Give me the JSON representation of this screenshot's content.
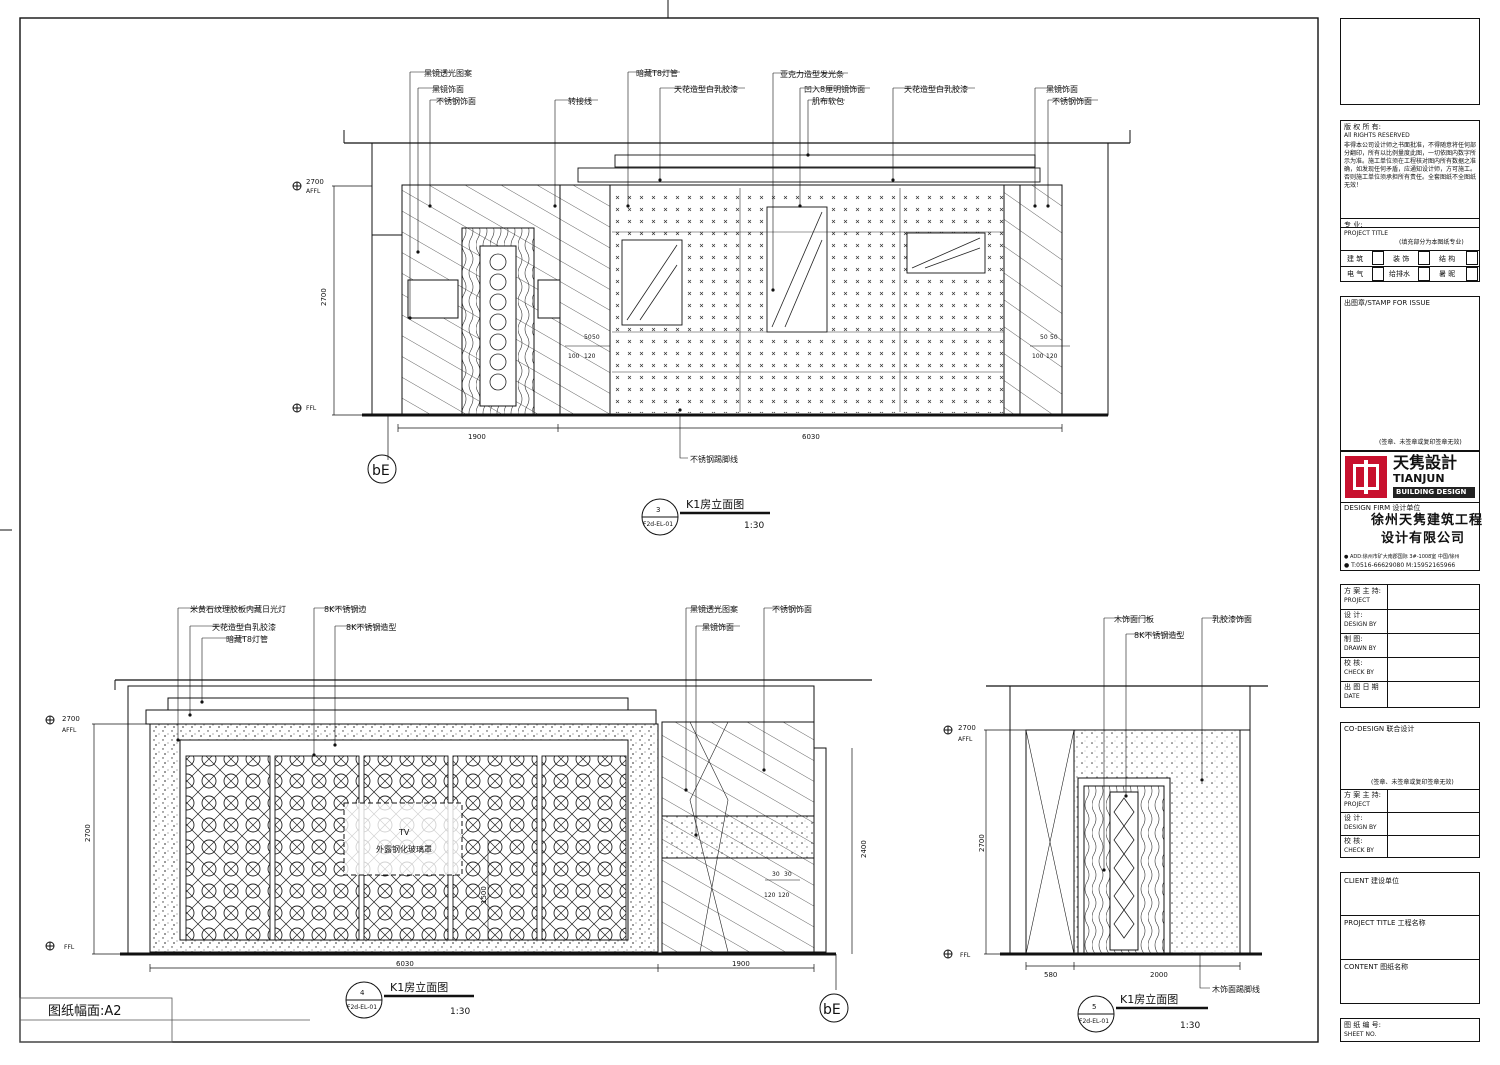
{
  "sheet": {
    "paper_size_label": "图纸幅面:A2"
  },
  "views": [
    {
      "number": "3",
      "ref": "F2d-EL-01",
      "title": "K1房立面图",
      "scale": "1:30",
      "section_mark": "bE",
      "levels": {
        "top": "2700",
        "top_label": "AFFL",
        "floor": "FFL"
      },
      "height_dim": "2700",
      "widths": [
        "1900",
        "6030"
      ],
      "small_dims": [
        "50",
        "50",
        "100",
        "120"
      ],
      "annotations": [
        "黑镜透光图案",
        "黑镜饰面",
        "不锈钢饰面",
        "转接线",
        "暗藏T8灯管",
        "天花造型白乳胶漆",
        "亚克力造型发光条",
        "凹入8厘明镜饰面",
        "肌布软包",
        "天花造型白乳胶漆",
        "黑镜饰面",
        "不锈钢饰面",
        "不锈钢踢脚线"
      ]
    },
    {
      "number": "4",
      "ref": "F2d-EL-01",
      "title": "K1房立面图",
      "scale": "1:30",
      "section_mark": "bE",
      "levels": {
        "top": "2700",
        "top_label": "AFFL",
        "floor": "FFL"
      },
      "height_dim": "2700",
      "right_height_dim": "2400",
      "tv_height_dim": "1500",
      "widths": [
        "6030",
        "1900"
      ],
      "small_dims": [
        "30",
        "30",
        "120",
        "120"
      ],
      "tv_label": "TV",
      "tv_note": "外露钢化玻璃罩",
      "annotations": [
        "米黄石纹理胶板内藏日光灯",
        "天花造型白乳胶漆",
        "暗藏T8灯管",
        "8K不锈钢边",
        "8K不锈钢造型",
        "黑镜透光图案",
        "黑镜饰面",
        "不锈钢饰面"
      ]
    },
    {
      "number": "5",
      "ref": "F2d-EL-01",
      "title": "K1房立面图",
      "scale": "1:30",
      "levels": {
        "top": "2700",
        "top_label": "AFFL",
        "floor": "FFL"
      },
      "height_dim": "2700",
      "widths": [
        "580",
        "2000"
      ],
      "annotations": [
        "木饰面门板",
        "8K不锈钢造型",
        "乳胶漆饰面",
        "木饰面踢脚线"
      ]
    }
  ],
  "title_block": {
    "copyright_title": "版 权 所 有:",
    "copyright_en": "All RIGHTS RESERVED",
    "copyright_text": "非得本公司设计师之书面批准，不得随意将任何部分翻印，所有以比例量度此图，一切依图内数字所示为准。施工单位须在工程核对图内所有数据之准确，如发现任何矛盾，应通知设计师，方可施工。否则施工单位须承担所有责任。全套图纸不全图纸无效！",
    "discipline_title": "专    业:",
    "discipline_en": "PROJECT TITLE",
    "discipline_note": "(填充部分为本图纸专业)",
    "disciplines": [
      "建 筑",
      "装 饰",
      "结 构",
      "电 气",
      "给排水",
      "暑 昵"
    ],
    "stamp_title": "出图章/STAMP FOR ISSUE",
    "stamp_note": "(签章、未签章或复印签章无效)",
    "logo_cn": "天隽設計",
    "logo_en": "TIANJUN",
    "logo_sub": "BUILDING DESIGN",
    "design_firm_label": "DESIGN FIRM  设计单位",
    "firm_name_1": "徐州天隽建筑工程",
    "firm_name_2": "设计有限公司",
    "address": "● ADD:徐州市矿大南郡国际 3#-1008室  中国/徐州",
    "contact": "● T:0516-66629080    M:15952165966",
    "sign_rows": [
      {
        "cn": "方 案 主 持:",
        "en": "PROJECT"
      },
      {
        "cn": "设      计:",
        "en": "DESIGN BY"
      },
      {
        "cn": "制      图:",
        "en": "DRAWN BY"
      },
      {
        "cn": "校      核:",
        "en": "CHECK BY"
      },
      {
        "cn": "出 图 日 期",
        "en": "DATE"
      }
    ],
    "codesign_label": "CO-DESIGN  联合设计",
    "codesign_note": "(签章、未签章或复印签章无效)",
    "codesign_rows": [
      {
        "cn": "方 案 主 持:",
        "en": "PROJECT"
      },
      {
        "cn": "设      计:",
        "en": "DESIGN BY"
      },
      {
        "cn": "校      核:",
        "en": "CHECK BY"
      }
    ],
    "client_label": "CLIENT  建设单位",
    "project_label": "PROJECT  TITLE  工程名称",
    "content_label": "CONTENT  图纸名称",
    "sheet_no_label": "图 纸 编 号:",
    "sheet_no_en": "SHEET NO."
  },
  "colors": {
    "line": "#111111",
    "logo_red": "#c8102e",
    "logo_dark": "#222222"
  }
}
